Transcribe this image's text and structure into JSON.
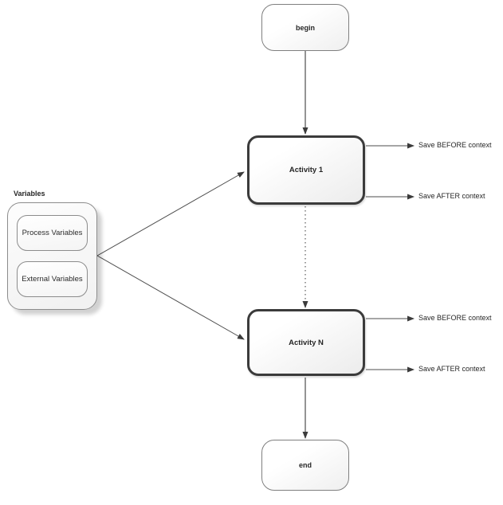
{
  "diagram": {
    "nodes": {
      "begin": {
        "label": "begin"
      },
      "activity1": {
        "label": "Activity 1"
      },
      "activityN": {
        "label": "Activity N"
      },
      "end": {
        "label": "end"
      }
    },
    "variables_group": {
      "label": "Variables",
      "items": [
        {
          "label": "Process Variables"
        },
        {
          "label": "External Variables"
        }
      ]
    },
    "annotations": {
      "activity1_before": "Save BEFORE context",
      "activity1_after": "Save AFTER context",
      "activityN_before": "Save BEFORE context",
      "activityN_after": "Save AFTER context"
    },
    "colors": {
      "background": "#ffffff",
      "activity_border": "#3b3b3b",
      "terminal_border": "#7f7f7f",
      "connector": "#4d4d4d",
      "fill_top": "#ffffff",
      "fill_bottom": "#ececec",
      "shadow": "#c9c9c9",
      "text": "#262626"
    }
  }
}
